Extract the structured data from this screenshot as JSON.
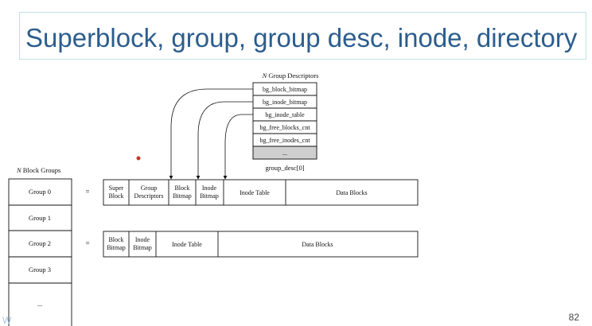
{
  "slide": {
    "title": "Superblock, group, group desc, inode, directory",
    "page_number": "82",
    "footer_mark": "W"
  },
  "group_descriptors": {
    "heading_italic": "N",
    "heading_rest": " Group Descriptors",
    "fields": [
      "bg_block_bitmap",
      "bg_inode_bitmap",
      "bg_inode_table",
      "bg_free_blocks_cnt",
      "bg_free_inodes_cnt",
      "..."
    ],
    "caption": "group_desc[0]"
  },
  "block_groups": {
    "heading_italic": "N",
    "heading_rest": " Block Groups",
    "groups": [
      "Group 0",
      "Group 1",
      "Group 2",
      "Group 3",
      "..."
    ]
  },
  "equals": "=",
  "group0_layout": {
    "super_block": [
      "Super",
      "Block"
    ],
    "group_descriptors": [
      "Group",
      "Descriptors"
    ],
    "block_bitmap": [
      "Block",
      "Bitmap"
    ],
    "inode_bitmap": [
      "Inode",
      "Bitmap"
    ],
    "inode_table": "Inode Table",
    "data_blocks": "Data Blocks"
  },
  "group2_layout": {
    "block_bitmap": [
      "Block",
      "Bitmap"
    ],
    "inode_bitmap": [
      "Inode",
      "Bitmap"
    ],
    "inode_table": "Inode Table",
    "data_blocks": "Data Blocks"
  },
  "colors": {
    "title_text": "#2c5d8d",
    "title_border": "#bfe3e3",
    "ellipsis_cell": "#cfcfcf",
    "red_dot": "#c0392b"
  }
}
